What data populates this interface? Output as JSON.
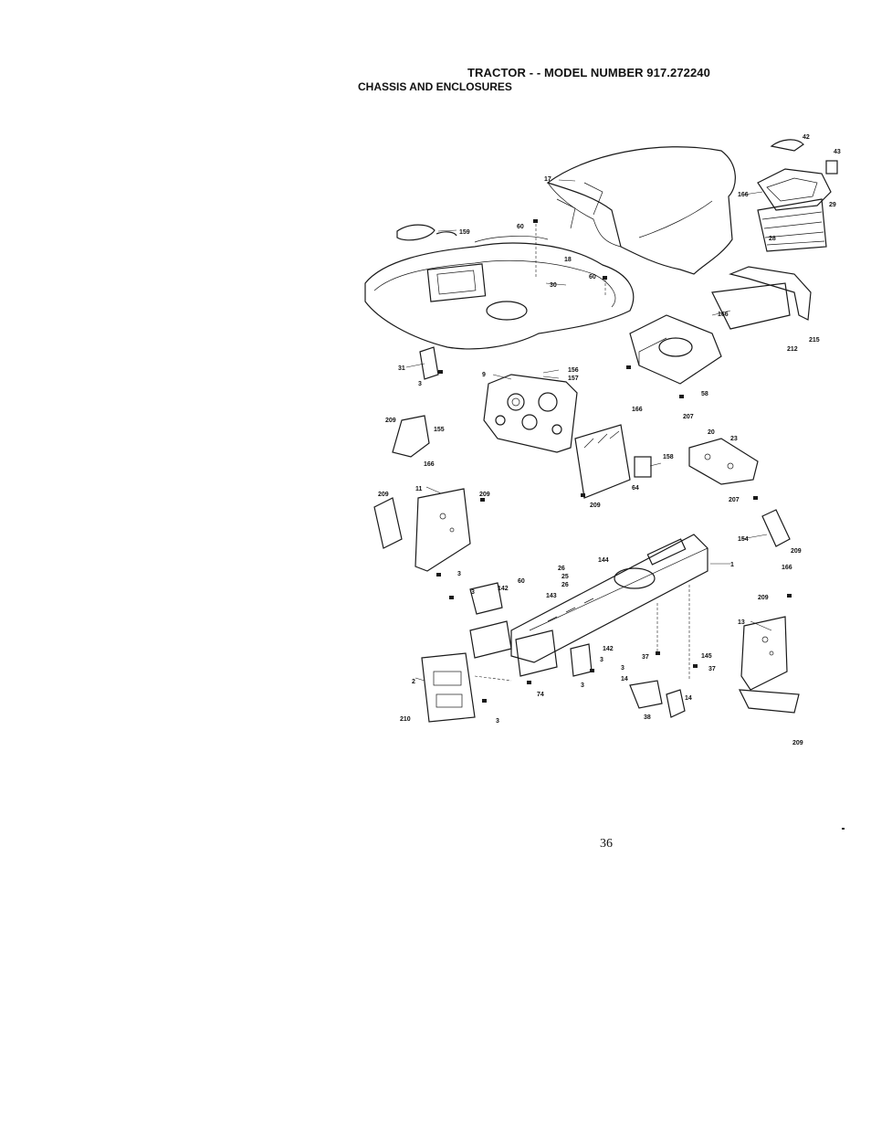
{
  "header": {
    "title": "TRACTOR - - MODEL NUMBER 917.272240",
    "subtitle": "CHASSIS AND ENCLOSURES"
  },
  "page_number": "36",
  "callouts": [
    {
      "id": "c42",
      "text": "42"
    },
    {
      "id": "c43",
      "text": "43"
    },
    {
      "id": "c17",
      "text": "17"
    },
    {
      "id": "c166a",
      "text": "166"
    },
    {
      "id": "c29",
      "text": "29"
    },
    {
      "id": "c28",
      "text": "28"
    },
    {
      "id": "c159",
      "text": "159"
    },
    {
      "id": "c60a",
      "text": "60"
    },
    {
      "id": "c18",
      "text": "18"
    },
    {
      "id": "c60b",
      "text": "60"
    },
    {
      "id": "c30",
      "text": "30"
    },
    {
      "id": "c166b",
      "text": "166"
    },
    {
      "id": "c215",
      "text": "215"
    },
    {
      "id": "c212",
      "text": "212"
    },
    {
      "id": "c31",
      "text": "31"
    },
    {
      "id": "c3a",
      "text": "3"
    },
    {
      "id": "c9",
      "text": "9"
    },
    {
      "id": "c156",
      "text": "156"
    },
    {
      "id": "c157",
      "text": "157"
    },
    {
      "id": "c166c",
      "text": "166"
    },
    {
      "id": "c58",
      "text": "58"
    },
    {
      "id": "c209a",
      "text": "209"
    },
    {
      "id": "c155",
      "text": "155"
    },
    {
      "id": "c166d",
      "text": "166"
    },
    {
      "id": "c207a",
      "text": "207"
    },
    {
      "id": "c20",
      "text": "20"
    },
    {
      "id": "c23",
      "text": "23"
    },
    {
      "id": "c158",
      "text": "158"
    },
    {
      "id": "c64",
      "text": "64"
    },
    {
      "id": "c209b",
      "text": "209"
    },
    {
      "id": "c207b",
      "text": "207"
    },
    {
      "id": "c11",
      "text": "11"
    },
    {
      "id": "c209c",
      "text": "209"
    },
    {
      "id": "c209d",
      "text": "209"
    },
    {
      "id": "c154",
      "text": "154"
    },
    {
      "id": "c209e",
      "text": "209"
    },
    {
      "id": "c166e",
      "text": "166"
    },
    {
      "id": "c1",
      "text": "1"
    },
    {
      "id": "c144",
      "text": "144"
    },
    {
      "id": "c26a",
      "text": "26"
    },
    {
      "id": "c25",
      "text": "25"
    },
    {
      "id": "c26b",
      "text": "26"
    },
    {
      "id": "c3b",
      "text": "3"
    },
    {
      "id": "c3c",
      "text": "3"
    },
    {
      "id": "c142a",
      "text": "142"
    },
    {
      "id": "c60c",
      "text": "60"
    },
    {
      "id": "c143",
      "text": "143"
    },
    {
      "id": "c209f",
      "text": "209"
    },
    {
      "id": "c13",
      "text": "13"
    },
    {
      "id": "c142b",
      "text": "142"
    },
    {
      "id": "c3d",
      "text": "3"
    },
    {
      "id": "c37a",
      "text": "37"
    },
    {
      "id": "c145",
      "text": "145"
    },
    {
      "id": "c37b",
      "text": "37"
    },
    {
      "id": "c3e",
      "text": "3"
    },
    {
      "id": "c3f",
      "text": "3"
    },
    {
      "id": "c2",
      "text": "2"
    },
    {
      "id": "c74",
      "text": "74"
    },
    {
      "id": "c14a",
      "text": "14"
    },
    {
      "id": "c14b",
      "text": "14"
    },
    {
      "id": "c38",
      "text": "38"
    },
    {
      "id": "c3g",
      "text": "3"
    },
    {
      "id": "c210",
      "text": "210"
    },
    {
      "id": "c209g",
      "text": "209"
    }
  ]
}
